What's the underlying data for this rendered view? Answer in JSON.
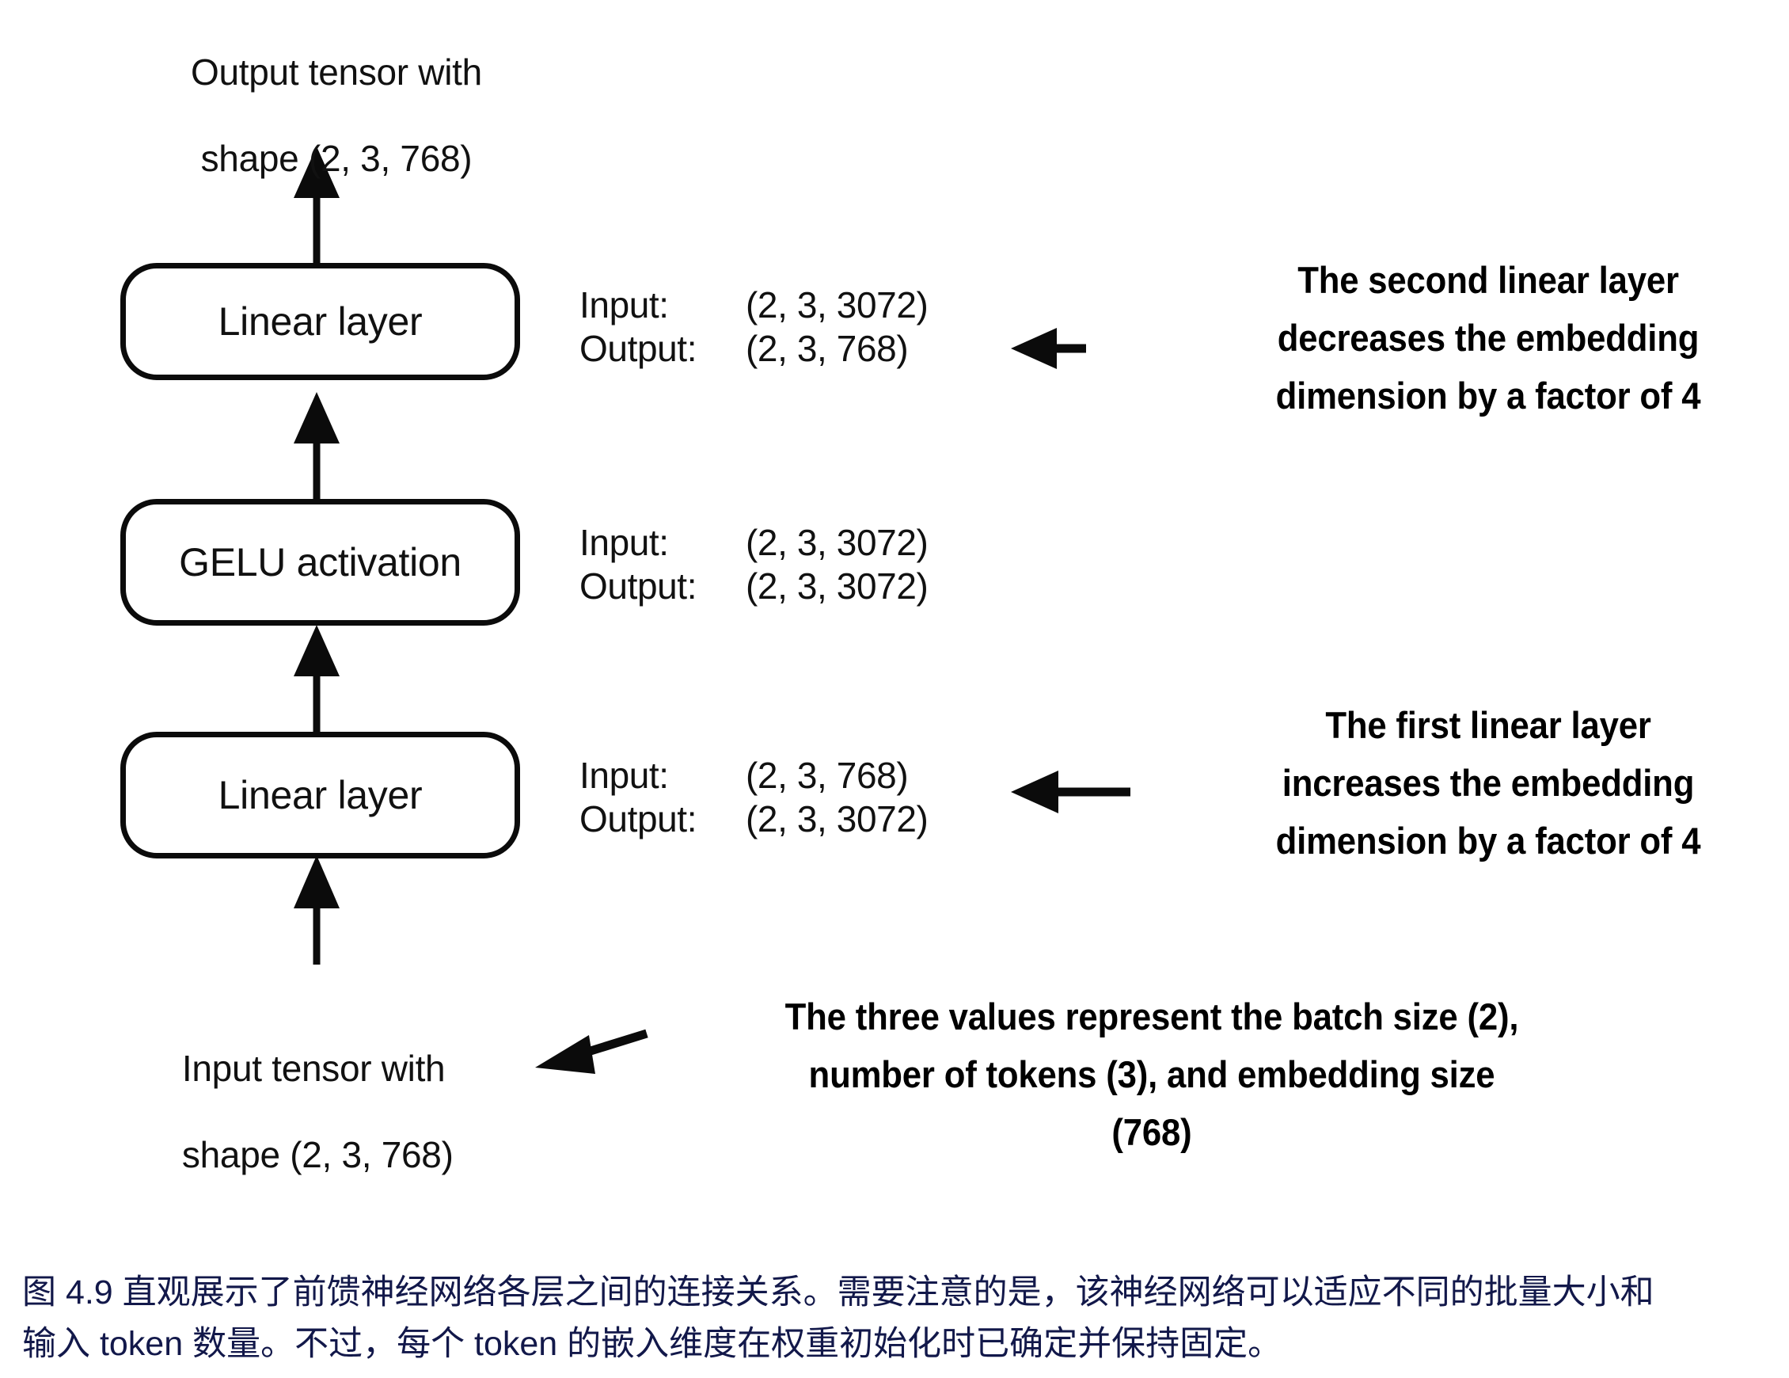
{
  "diagram": {
    "top_label": {
      "line1": "Output tensor with",
      "line2": "shape (2, 3, 768)"
    },
    "bottom_label": {
      "line1": "Input tensor with",
      "line2": "shape (2, 3, 768)"
    },
    "nodes": [
      {
        "id": "linear-2",
        "label": "Linear layer"
      },
      {
        "id": "gelu",
        "label": "GELU activation"
      },
      {
        "id": "linear-1",
        "label": "Linear layer"
      }
    ],
    "io_specs": [
      {
        "for": "linear-2",
        "input_key": "Input:",
        "input_value": "(2, 3, 3072)",
        "output_key": "Output:",
        "output_value": "(2, 3, 768)"
      },
      {
        "for": "gelu",
        "input_key": "Input:",
        "input_value": "(2, 3, 3072)",
        "output_key": "Output:",
        "output_value": "(2, 3, 3072)"
      },
      {
        "for": "linear-1",
        "input_key": "Input:",
        "input_value": "(2, 3, 768)",
        "output_key": "Output:",
        "output_value": "(2, 3, 3072)"
      }
    ],
    "annotations": [
      {
        "id": "second-linear-note",
        "lines": [
          "The second linear layer",
          "decreases the embedding",
          "dimension by a factor of 4"
        ]
      },
      {
        "id": "first-linear-note",
        "lines": [
          "The first linear layer",
          "increases the embedding",
          "dimension by a factor of 4"
        ]
      },
      {
        "id": "three-values-note",
        "lines": [
          "The three values represent the batch size (2),",
          "number of tokens (3), and embedding size",
          "(768)"
        ]
      }
    ]
  },
  "caption": {
    "line1": "图 4.9 直观展示了前馈神经网络各层之间的连接关系。需要注意的是，该神经网络可以适应不同的批量大小和",
    "line2": "输入 token 数量。不过，每个 token 的嵌入维度在权重初始化时已确定并保持固定。"
  },
  "colors": {
    "ink": "#111111",
    "stroke": "#0b0b0b",
    "caption": "#12184a",
    "background": "#ffffff"
  }
}
